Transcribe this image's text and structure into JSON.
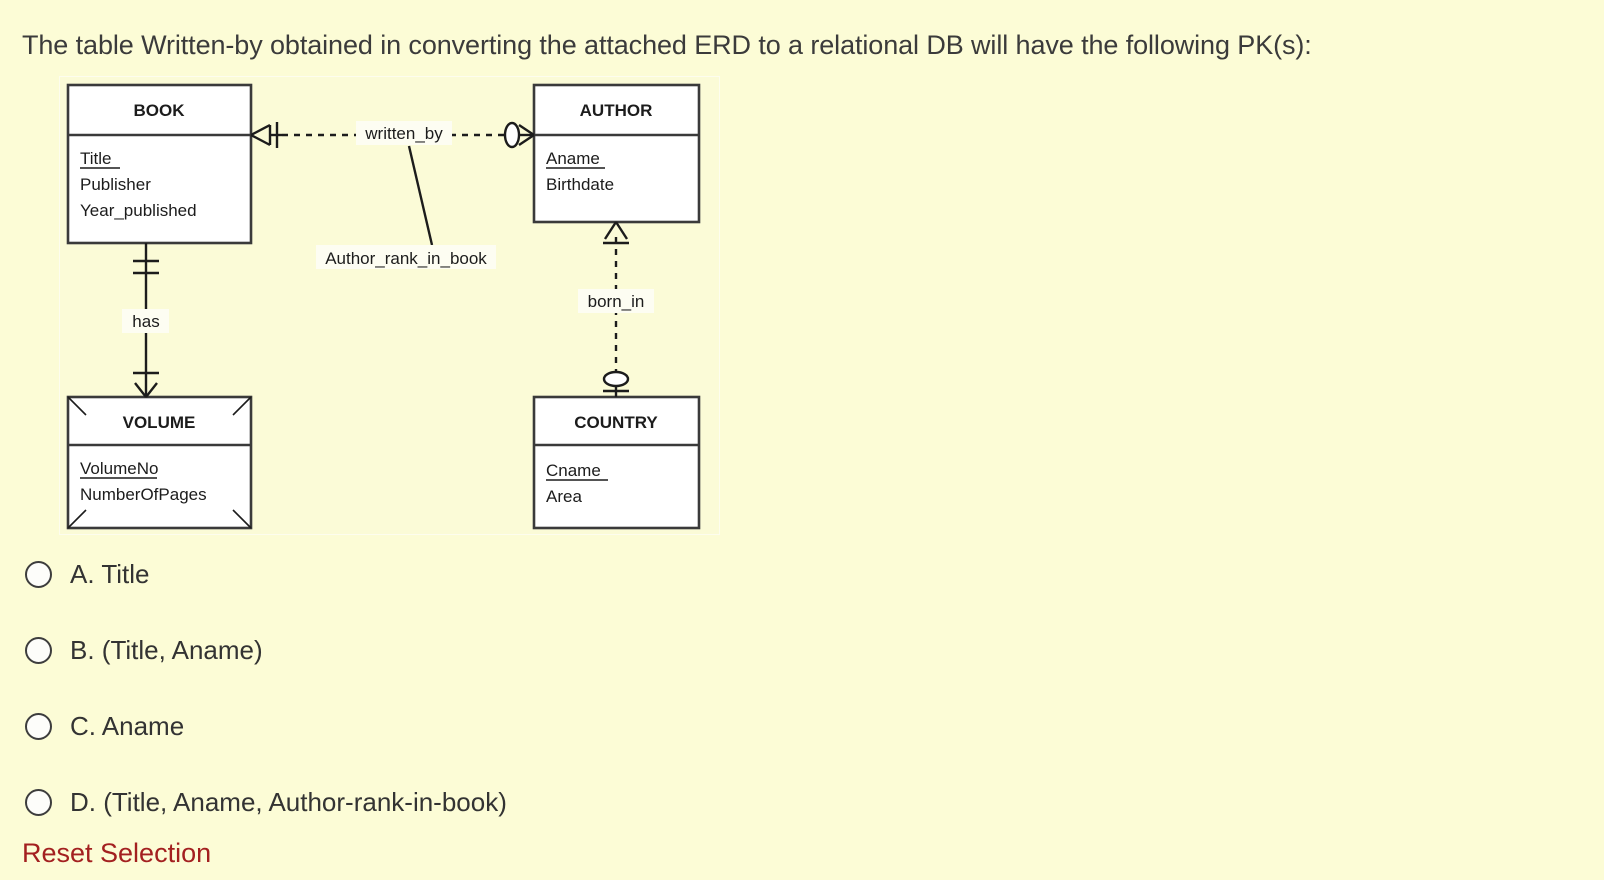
{
  "question": {
    "text": "The table Written-by obtained in converting the attached ERD to a relational DB will have the following PK(s):"
  },
  "erd": {
    "entities": [
      {
        "id": "book",
        "name": "BOOK",
        "weak": false,
        "attributes": [
          {
            "name": "Title",
            "key": true
          },
          {
            "name": "Publisher",
            "key": false
          },
          {
            "name": "Year_published",
            "key": false
          }
        ]
      },
      {
        "id": "author",
        "name": "AUTHOR",
        "weak": false,
        "attributes": [
          {
            "name": "Aname",
            "key": true
          },
          {
            "name": "Birthdate",
            "key": false
          }
        ]
      },
      {
        "id": "volume",
        "name": "VOLUME",
        "weak": true,
        "attributes": [
          {
            "name": "VolumeNo",
            "key": true
          },
          {
            "name": "NumberOfPages",
            "key": false
          }
        ]
      },
      {
        "id": "country",
        "name": "COUNTRY",
        "weak": false,
        "attributes": [
          {
            "name": "Cname",
            "key": true
          },
          {
            "name": "Area",
            "key": false
          }
        ]
      }
    ],
    "relationships": [
      {
        "id": "written_by",
        "label": "written_by",
        "from": "BOOK",
        "to": "AUTHOR",
        "line": "dashed",
        "from_cardinality": "one-or-many",
        "to_cardinality": "zero-or-many"
      },
      {
        "id": "has",
        "label": "has",
        "from": "BOOK",
        "to": "VOLUME",
        "line": "solid",
        "from_cardinality": "one-and-only-one",
        "to_cardinality": "one-or-many"
      },
      {
        "id": "born_in",
        "label": "born_in",
        "from": "AUTHOR",
        "to": "COUNTRY",
        "line": "dashed",
        "from_cardinality": "one-or-many",
        "to_cardinality": "zero-or-one"
      }
    ],
    "relationship_attributes": [
      {
        "id": "author_rank_in_book",
        "label": "Author_rank_in_book",
        "belongs_to": "written_by"
      }
    ]
  },
  "options": [
    {
      "id": "a",
      "label": "A. Title",
      "selected": false
    },
    {
      "id": "b",
      "label": "B. (Title, Aname)",
      "selected": false
    },
    {
      "id": "c",
      "label": "C. Aname",
      "selected": false
    },
    {
      "id": "d",
      "label": "D. (Title, Aname, Author-rank-in-book)",
      "selected": false
    }
  ],
  "reset": {
    "label": "Reset Selection"
  },
  "colors": {
    "page_background": "#fcfcd6",
    "text": "#333333",
    "reset_link": "#a32020",
    "entity_fill": "#ffffff",
    "entity_stroke": "#3a3a3a"
  }
}
